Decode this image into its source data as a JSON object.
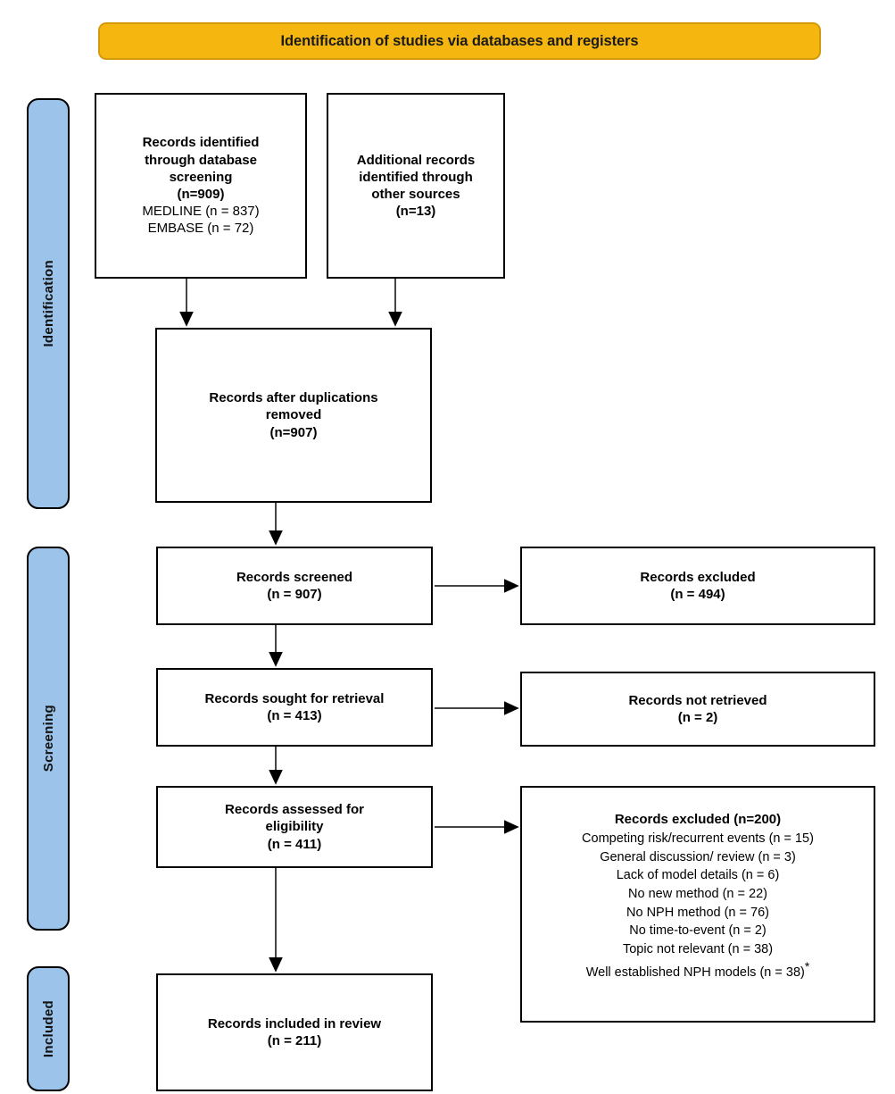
{
  "banner": {
    "title": "Identification of studies via databases and registers"
  },
  "phases": [
    {
      "key": "identification",
      "label": "Identification"
    },
    {
      "key": "screening",
      "label": "Screening"
    },
    {
      "key": "included",
      "label": "Included"
    }
  ],
  "boxes": {
    "db_records": {
      "lines": [
        {
          "text": "Records identified",
          "bold": true
        },
        {
          "text": "through database",
          "bold": true
        },
        {
          "text": "screening",
          "bold": true
        },
        {
          "text": "(n=909)",
          "bold": true
        },
        {
          "text": "MEDLINE (n = 837)",
          "bold": false
        },
        {
          "text": "EMBASE (n = 72)",
          "bold": false
        }
      ]
    },
    "other_sources": {
      "lines": [
        {
          "text": "Additional records",
          "bold": true
        },
        {
          "text": "identified through",
          "bold": true
        },
        {
          "text": "other sources",
          "bold": true
        },
        {
          "text": "(n=13)",
          "bold": true
        }
      ]
    },
    "duplicates": {
      "lines": [
        {
          "text": "Records after duplications",
          "bold": true
        },
        {
          "text": "removed",
          "bold": true
        },
        {
          "text": "(n=907)",
          "bold": true
        }
      ]
    },
    "screened": {
      "lines": [
        {
          "text": "Records screened",
          "bold": true
        },
        {
          "text": "(n = 907)",
          "bold": true
        }
      ]
    },
    "excluded_1": {
      "lines": [
        {
          "text": "Records excluded",
          "bold": true
        },
        {
          "text": "(n = 494)",
          "bold": true
        }
      ]
    },
    "sought": {
      "lines": [
        {
          "text": "Records sought for retrieval",
          "bold": true
        },
        {
          "text": "(n = 413)",
          "bold": true
        }
      ]
    },
    "not_retrieved": {
      "lines": [
        {
          "text": "Records not retrieved",
          "bold": true
        },
        {
          "text": "(n = 2)",
          "bold": true
        }
      ]
    },
    "eligibility": {
      "lines": [
        {
          "text": "Records assessed for",
          "bold": true
        },
        {
          "text": "eligibility",
          "bold": true
        },
        {
          "text": "(n = 411)",
          "bold": true
        }
      ]
    },
    "excluded_2": {
      "title": "Records excluded (n=200)",
      "items": [
        "Competing risk/recurrent events (n = 15)",
        "General discussion/ review (n = 3)",
        "Lack of model details (n = 6)",
        "No new method (n = 22)",
        "No NPH method (n = 76)",
        "No time-to-event (n = 2)",
        "Topic not relevant (n = 38)"
      ],
      "last_item": "Well established NPH models (n = 38)",
      "last_item_marker": "*"
    },
    "included": {
      "lines": [
        {
          "text": "Records included in review",
          "bold": true
        },
        {
          "text": "(n = 211)",
          "bold": true
        }
      ]
    }
  },
  "colors": {
    "banner_fill": "#F5B60F",
    "banner_border": "#D29A09",
    "phase_fill": "#9CC3EA",
    "box_border": "#000000",
    "arrow": "#000000"
  }
}
